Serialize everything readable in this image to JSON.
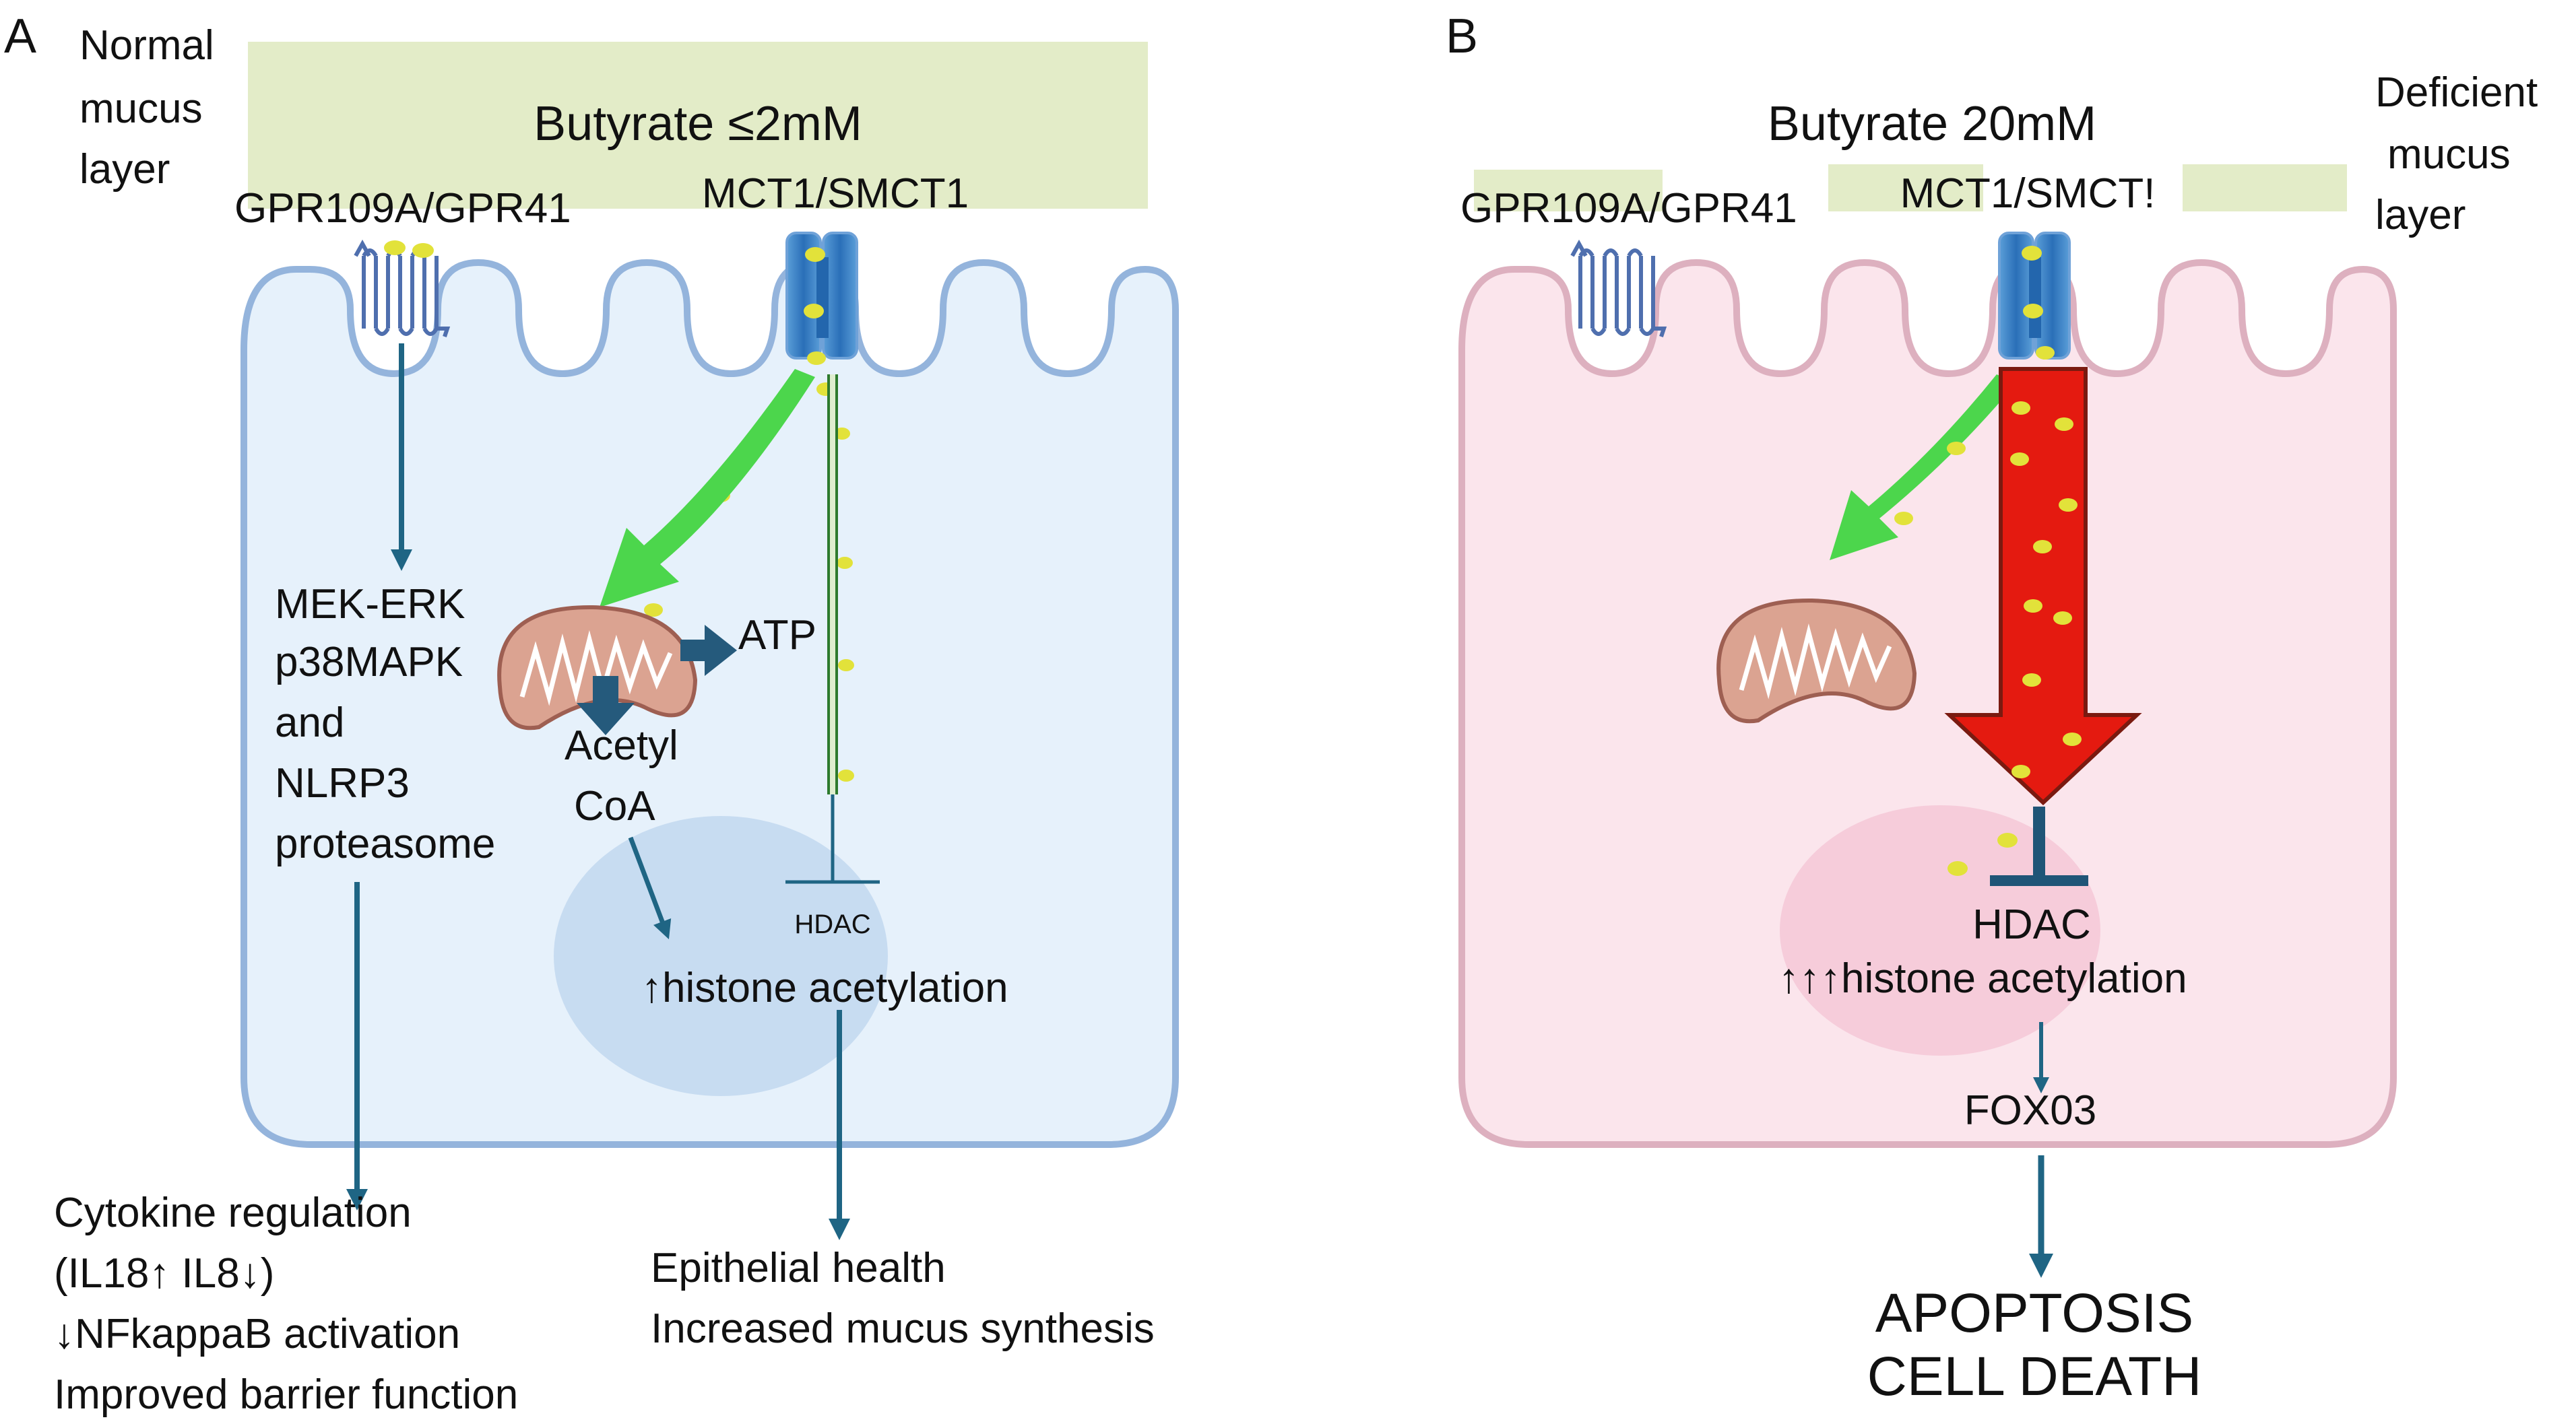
{
  "panel_a": {
    "letter": "A",
    "mucus_label": [
      "Normal",
      "mucus",
      "layer"
    ],
    "butyrate": "Butyrate ≤2mM",
    "receptor": "GPR109A/GPR41",
    "transporter": "MCT1/SMCT1",
    "pathway": [
      "MEK-ERK",
      "p38MAPK",
      "and",
      "NLRP3",
      "proteasome"
    ],
    "atp": "ATP",
    "acetyl_coa": [
      "Acetyl",
      "CoA"
    ],
    "hdac": "HDAC",
    "histone": "↑histone acetylation",
    "cytokine": [
      "Cytokine regulation",
      "(IL18↑  IL8↓)",
      "↓NFkappaB activation",
      "Improved barrier function"
    ],
    "epithelial": [
      "Epithelial health",
      "Increased mucus synthesis"
    ]
  },
  "panel_b": {
    "letter": "B",
    "butyrate": "Butyrate 20mM",
    "receptor": "GPR109A/GPR41",
    "transporter": "MCT1/SMCT!",
    "mucus_label": [
      "Deficient",
      "mucus",
      "layer"
    ],
    "hdac": "HDAC",
    "histone": "↑↑↑histone acetylation",
    "foxo": "FOX03",
    "outcome": [
      "APOPTOSIS",
      "CELL DEATH"
    ]
  },
  "colors": {
    "mucus": "#e3ecc8",
    "cell_a_fill": "#e6f1fb",
    "cell_a_stroke": "#94b4dc",
    "cell_b_fill": "#fbe5ec",
    "cell_b_stroke": "#ddb0bf",
    "arrow_teal": "#1f6584",
    "arrow_green": "#4cd64c",
    "arrow_red": "#e41a10",
    "butyrate_dot": "#e2e23a"
  }
}
